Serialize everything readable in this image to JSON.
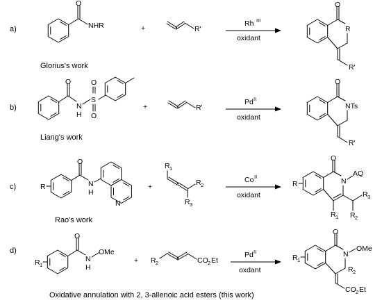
{
  "rows": [
    {
      "label": "a)",
      "caption": "Glorius's work",
      "catalyst": "Rh",
      "catalyst_sup": "III",
      "condition": "oxidant",
      "reactant1": {
        "group": "NHR"
      },
      "reactant2": {
        "group": "R'"
      },
      "product": {
        "n_group": "R",
        "substituent": "R'"
      }
    },
    {
      "label": "b)",
      "caption": "Liang's work",
      "catalyst": "Pd",
      "catalyst_sup": "II",
      "condition": "oxidant",
      "reactant1": {
        "nh": "N",
        "h": "H",
        "s": "S",
        "o1": "O",
        "o2": "O"
      },
      "reactant2": {
        "group": "R'"
      },
      "product": {
        "n_group": "NTs",
        "substituent": "R'"
      }
    },
    {
      "label": "c)",
      "caption": "Rao's work",
      "catalyst": "Co",
      "catalyst_sup": "II",
      "condition": "oxidant",
      "reactant1": {
        "r": "R",
        "n": "N",
        "h": "H",
        "n2": "N"
      },
      "reactant2": {
        "r1": "R",
        "r1_sub": "1",
        "r2": "R",
        "r2_sub": "2",
        "r3": "R",
        "r3_sub": "3"
      },
      "product": {
        "r": "R",
        "n": "N",
        "aq": "AQ",
        "r1": "R",
        "r1_sub": "1",
        "r2": "R",
        "r2_sub": "2",
        "r3": "R",
        "r3_sub": "3"
      }
    },
    {
      "label": "d)",
      "caption": "Oxidative annulation with 2, 3-allenoic acid esters (this work)",
      "catalyst": "Pd",
      "catalyst_sup": "II",
      "condition": "oxdant",
      "reactant1": {
        "r1": "R",
        "r1_sub": "1",
        "nome": "N",
        "ome": "OMe",
        "h": "H"
      },
      "reactant2": {
        "r2": "R",
        "r2_sub": "2",
        "ester": "CO",
        "ester_sub": "2",
        "ester_tail": "Et"
      },
      "product": {
        "r1": "R",
        "r1_sub": "1",
        "n": "N",
        "ome": "OMe",
        "r2": "R",
        "r2_sub": "2",
        "ester": "CO",
        "ester_sub": "2",
        "ester_tail": "Et"
      }
    }
  ],
  "atoms": {
    "oxygen": "O",
    "plus": "+"
  }
}
